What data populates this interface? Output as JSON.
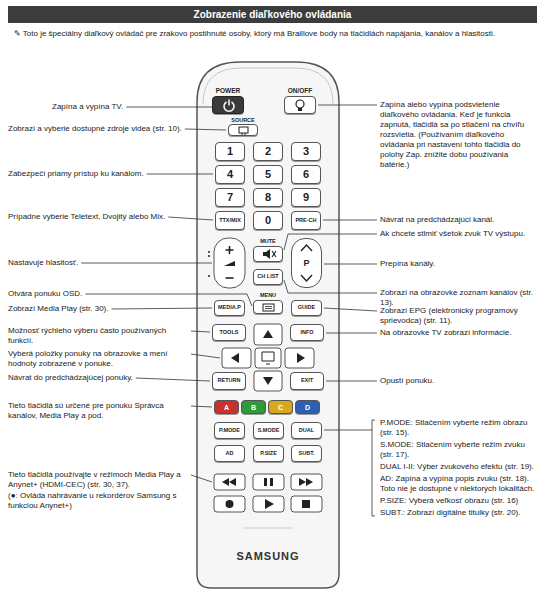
{
  "diagram": {
    "title": "Zobrazenie diaľkového ovládania",
    "nodes": [
      {
        "text": [
          "SAMSUNG"
        ]
      },
      {
        "text": [
          "POWER"
        ],
        "in": 0
      },
      {
        "text": [
          "ON/OFF"
        ],
        "in": 0
      },
      {
        "text": [
          "SOURCE"
        ],
        "in": 0
      },
      {
        "text": [
          "1"
        ],
        "in": 0
      },
      {
        "text": [
          "2"
        ],
        "in": 0
      },
      {
        "text": [
          "3"
        ],
        "in": 0
      },
      {
        "text": [
          "4"
        ],
        "in": 0
      },
      {
        "text": [
          "5"
        ],
        "in": 0
      },
      {
        "text": [
          "6"
        ],
        "in": 0
      },
      {
        "text": [
          "7"
        ],
        "in": 0
      },
      {
        "text": [
          "8"
        ],
        "in": 0
      },
      {
        "text": [
          "9"
        ],
        "in": 0
      },
      {
        "text": [
          "TTX/MIX"
        ],
        "in": 0
      },
      {
        "text": [
          "0"
        ],
        "in": 0
      },
      {
        "text": [
          "PRE-CH"
        ],
        "in": 0
      },
      {
        "text": [
          "MUTE"
        ],
        "in": 0
      },
      {
        "text": [
          "P"
        ],
        "in": 0
      },
      {
        "text": [
          "CH LIST"
        ],
        "in": 0
      },
      {
        "text": [
          "MENU"
        ],
        "in": 0
      },
      {
        "text": [
          "MEDIA.P"
        ],
        "in": 0
      },
      {
        "text": [
          "GUIDE"
        ],
        "in": 0
      },
      {
        "text": [
          "TOOLS"
        ],
        "in": 0
      },
      {
        "text": [
          "INFO"
        ],
        "in": 0
      },
      {
        "text": [
          "RETURN"
        ],
        "in": 0
      },
      {
        "text": [
          "EXIT"
        ],
        "in": 0
      },
      {
        "text": [
          "A"
        ],
        "in": 0
      },
      {
        "text": [
          "B"
        ],
        "in": 0
      },
      {
        "text": [
          "C"
        ],
        "in": 0
      },
      {
        "text": [
          "D"
        ],
        "in": 0
      },
      {
        "text": [
          "P.MODE"
        ],
        "in": 0
      },
      {
        "text": [
          "S.MODE"
        ],
        "in": 0
      },
      {
        "text": [
          "DUAL"
        ],
        "in": 0
      },
      {
        "text": [
          "AD"
        ],
        "in": 0
      },
      {
        "text": [
          "P.SIZE"
        ],
        "in": 0
      },
      {
        "text": [
          "SUBT."
        ],
        "in": 0
      }
    ],
    "labels": [
      "✎ Toto je špeciálny diaľkový ovládač pre zrakovo postihnuté osoby, ktorý má Braillove body na tlačidlách napájania, kanálov a hlasitosti.",
      "Zapína a vypína TV.",
      "Zobrazí a vyberie dostupné zdroje videa (str. 10).",
      "Zabezpečí priamy prístup ku kanálom.",
      "Prípadne vyberie Teletext, Dvojitý alebo Mix.",
      "Nastavuje hlasitosť.",
      "Otvára ponuku OSD.",
      "Zobrazí Media Play (str. 30).",
      "Možnosť rýchleho výberu často používaných funkcií.",
      "Vyberá položky ponuky na obrazovke a mení hodnoty zobrazené v ponuke.",
      "Návrat do predchádzajúcej ponuky.",
      "Tieto tlačidlá sú určené pre ponuku Správca kanálov, Media Play a pod.",
      "Tieto tlačidlá používajte v režimoch Media Play a Anynet+ (HDMI-CEC) (str. 30, 37).",
      "(●: Ovláda nahrávanie u rekordérov Samsung s funkciou Anynet+)",
      "Zapína alebo vypína podsvietenie diaľkového ovládania. Keď je funkcia zapnutá, tlačidlá sa po stlačení na chvíľu rozsvietia. (Používaním diaľkového ovládania pri nastavení tohto tlačidla do polohy Zap. znížite dobu používania batérie.)",
      "Návrat na predchádzajúci kanál.",
      "Ak chcete stlmiť všetok zvuk TV výstupu.",
      "Prepína kanály.",
      "Zobrazí na obrazovke zoznam kanálov (str. 13).",
      "Zobrazí EPG (elektronický programový sprievodca) (str. 11).",
      "Na obrazovke TV zobrazí informácie.",
      "Opustí ponuku.",
      "P.MODE: Stlačením vyberte režim obrazu (str. 15).",
      "S.MODE: Stlačením vyberte režim zvuku (str. 17).",
      "DUAL I-II: Výber zvukového efektu (str. 19).",
      "AD: Zapína a vypína popis zvuku (str. 18). Toto nie je dostupné v niektorých lokalitách.",
      "P.SIZE: Vyberá veľkosť obrazu (str. 16)",
      "SUBT.: Zobrazí digitálne titulky (str. 20)."
    ]
  }
}
